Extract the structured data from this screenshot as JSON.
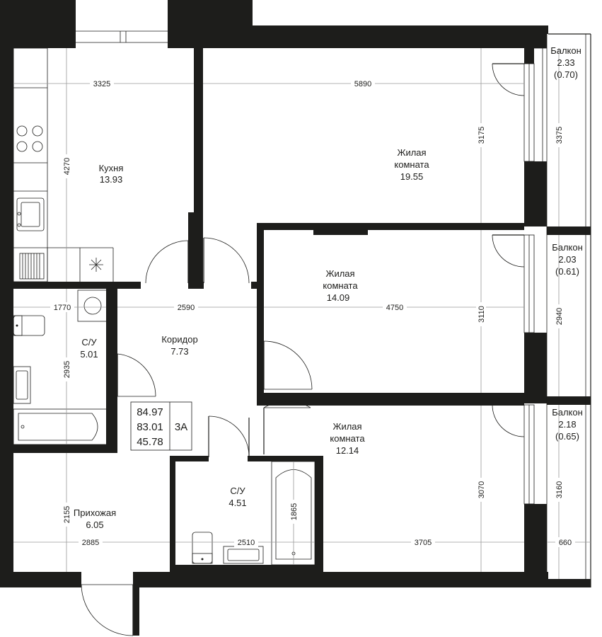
{
  "rooms": {
    "kitchen": {
      "name": "Кухня",
      "area": "13.93"
    },
    "living1": {
      "line1": "Жилая",
      "line2": "комната",
      "area": "19.55"
    },
    "living2": {
      "line1": "Жилая",
      "line2": "комната",
      "area": "14.09"
    },
    "living3": {
      "line1": "Жилая",
      "line2": "комната",
      "area": "12.14"
    },
    "bath1": {
      "name": "С/У",
      "area": "5.01"
    },
    "corridor": {
      "name": "Коридор",
      "area": "7.73"
    },
    "bath2": {
      "name": "С/У",
      "area": "4.51"
    },
    "hall": {
      "name": "Прихожая",
      "area": "6.05"
    }
  },
  "balconies": [
    {
      "name": "Балкон",
      "area": "2.33",
      "reduced": "(0.70)"
    },
    {
      "name": "Балкон",
      "area": "2.03",
      "reduced": "(0.61)"
    },
    {
      "name": "Балкон",
      "area": "2.18",
      "reduced": "(0.65)"
    }
  ],
  "summary": {
    "total": "84.97",
    "living_total": "83.01",
    "living": "45.78",
    "type": "3А"
  },
  "dimensions": {
    "kitchen_w": "3325",
    "living1_w": "5890",
    "kitchen_h": "4270",
    "living1_h": "3175",
    "balcony1_h": "3375",
    "bath1_w": "1770",
    "corridor_w": "2590",
    "living2_w": "4750",
    "living2_h": "3110",
    "balcony2_h": "2940",
    "bath1_h": "2935",
    "bath2_h": "1865",
    "living3_h": "3070",
    "balcony3_h": "3160",
    "hall_h": "2155",
    "hall_w": "2885",
    "bath2_w": "2510",
    "living3_w": "3705",
    "balcony_w": "660"
  }
}
